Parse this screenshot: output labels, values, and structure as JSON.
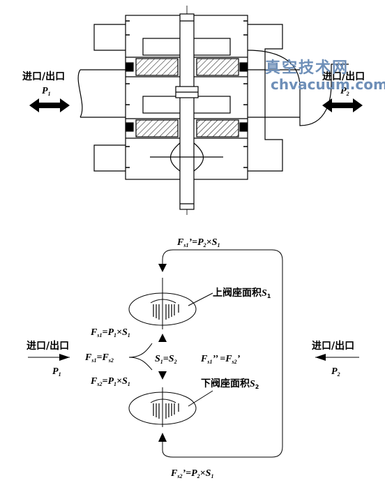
{
  "top": {
    "left_port_label": "进口/出口",
    "left_port_symbol": "P",
    "left_port_sub": "1",
    "right_port_label": "进口/出口",
    "right_port_symbol": "P",
    "right_port_sub": "2"
  },
  "watermark": {
    "line1": "真空技术网",
    "line2": "chvacuum.com",
    "color": "#6e8fb8"
  },
  "bottom": {
    "fs1_top": {
      "a": "F",
      "a_sub": "s1",
      "rest": "’=P",
      "b_sub": "2",
      "c": "×S",
      "c_sub": "1"
    },
    "fs2_bottom": {
      "a": "F",
      "a_sub": "s2",
      "rest": "’=P",
      "b_sub": "2",
      "c": "×S",
      "c_sub": "1"
    },
    "upper_seat_label": "上阀座面积",
    "upper_seat_sym": "S",
    "upper_seat_sub": "1",
    "lower_seat_label": "下阀座面积",
    "lower_seat_sym": "S",
    "lower_seat_sub": "2",
    "fs1_left": {
      "a": "F",
      "a_sub": "s1",
      "rest": "=P",
      "b_sub": "1",
      "c": "×S",
      "c_sub": "1"
    },
    "fs2_left": {
      "a": "F",
      "a_sub": "s2",
      "rest": "=P",
      "b_sub": "1",
      "c": "×S",
      "c_sub": "1"
    },
    "eq_forces": {
      "a": "F",
      "a_sub": "s1",
      "mid": "=F",
      "b_sub": "s2"
    },
    "eq_areas": {
      "a": "S",
      "a_sub": "1",
      "mid": "=S",
      "b_sub": "2"
    },
    "eq_right": {
      "a": "F",
      "a_sub": "s1",
      "mid": "’’ =F",
      "b_sub": "s2",
      "tail": "’"
    },
    "left_port_label": "进口/出口",
    "left_port_symbol": "P",
    "left_port_sub": "1",
    "right_port_label": "进口/出口",
    "right_port_symbol": "P",
    "right_port_sub": "2"
  }
}
